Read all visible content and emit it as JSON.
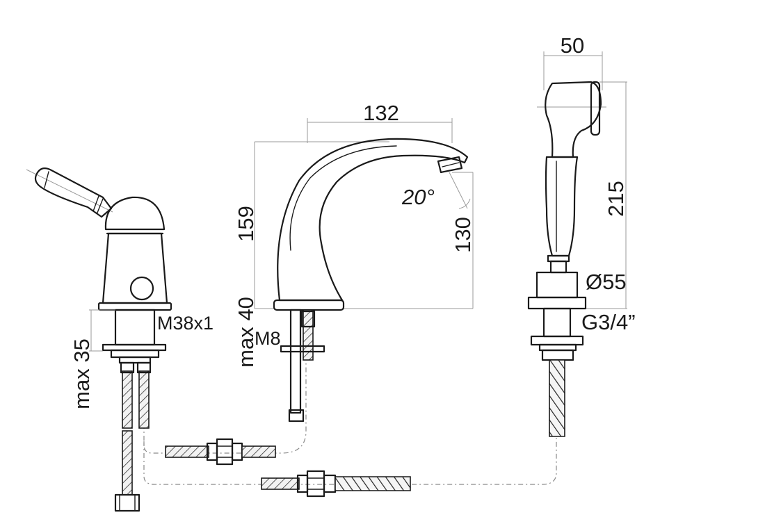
{
  "dimensions": {
    "spout_reach": "132",
    "spout_height": "159",
    "spout_outlet_height": "130",
    "spout_angle": "20°",
    "handshower_width": "50",
    "handshower_length": "215",
    "handshower_base_diameter": "Ø55",
    "handshower_connection": "G3/4”",
    "valve_thread": "M38x1",
    "valve_max_deck": "max 35",
    "spout_max_deck": "max 40",
    "spout_stud": "M8"
  }
}
